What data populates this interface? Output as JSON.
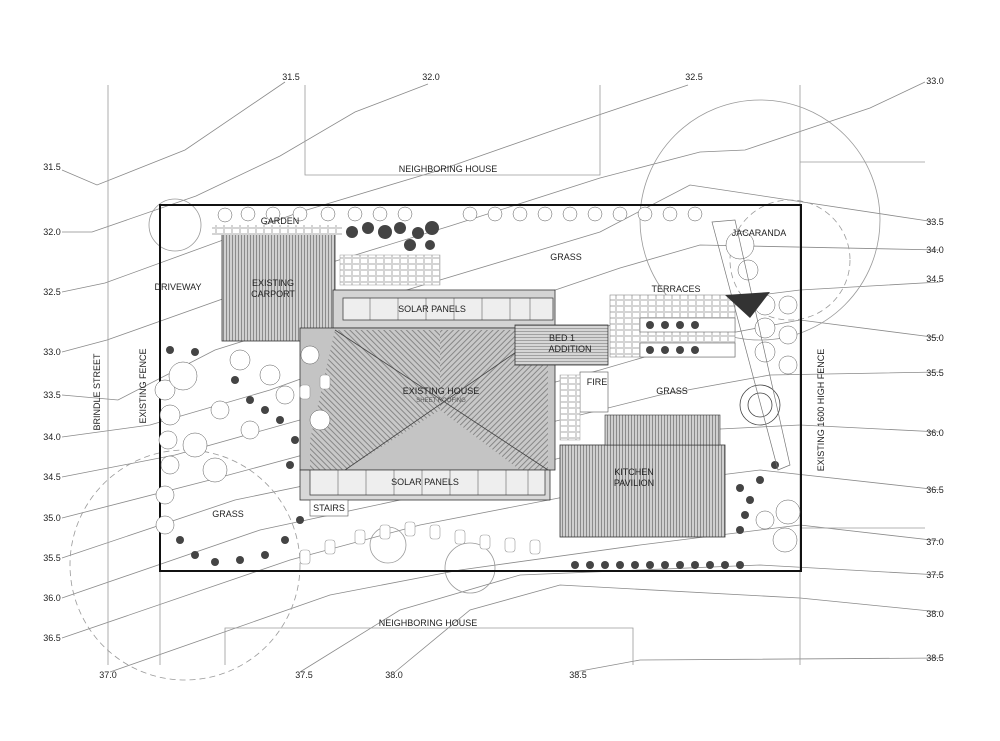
{
  "labels": {
    "neighboring_house_top": "NEIGHBORING HOUSE",
    "neighboring_house_bottom": "NEIGHBORING HOUSE",
    "garden": "GARDEN",
    "grass_north": "GRASS",
    "grass_east": "GRASS",
    "grass_west": "GRASS",
    "jacaranda": "JACARANDA",
    "driveway": "DRIVEWAY",
    "existing_carport": [
      "EXISTING",
      "CARPORT"
    ],
    "solar_panels_north": "SOLAR PANELS",
    "solar_panels_south": "SOLAR PANELS",
    "terraces": "TERRACES",
    "bed_addition": [
      "BED 1",
      "ADDITION"
    ],
    "fire": "FIRE",
    "existing_house": "EXISTING HOUSE",
    "sheet_roofing": "SHEET ROOFING",
    "kitchen_pavilion": [
      "KITCHEN",
      "PAVILION"
    ],
    "stairs": "STAIRS",
    "brindle_street": "BRINDLE STREET",
    "existing_fence": "EXISTING FENCE",
    "existing_high_fence": "EXISTING 1600 HIGH FENCE"
  },
  "contours": {
    "top": [
      "31.5",
      "32.0",
      "32.5"
    ],
    "top_right": "33.0",
    "left": [
      "31.5",
      "32.0",
      "32.5",
      "33.0",
      "33.5",
      "34.0",
      "34.5",
      "35.0",
      "35.5",
      "36.0",
      "36.5"
    ],
    "right": [
      "33.5",
      "34.0",
      "34.5",
      "35.0",
      "35.5",
      "36.0",
      "36.5",
      "37.0",
      "37.5",
      "38.0",
      "38.5"
    ],
    "bottom": [
      "37.0",
      "37.5",
      "38.0",
      "38.5"
    ]
  }
}
